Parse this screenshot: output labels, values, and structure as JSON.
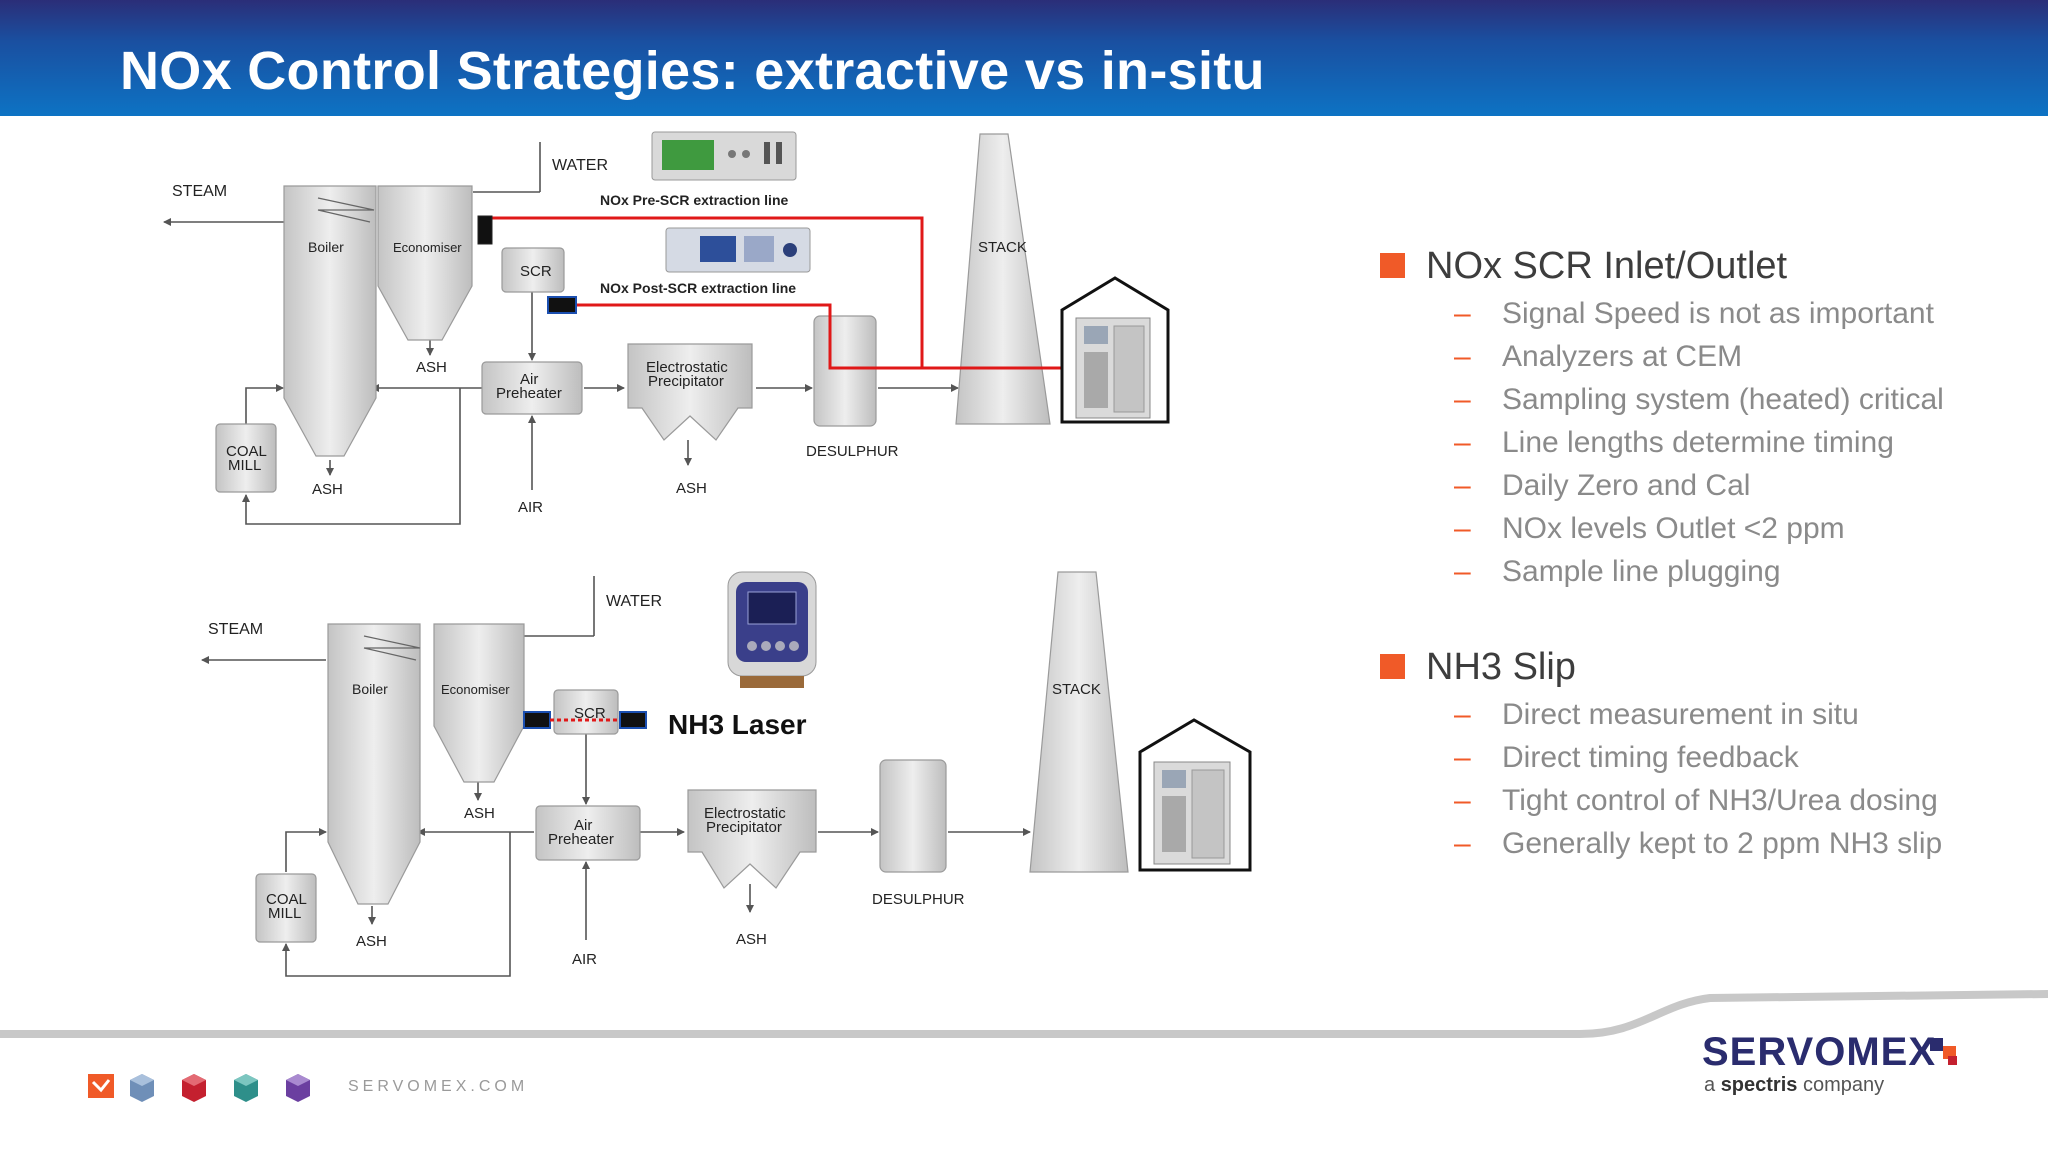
{
  "title": "NOx Control Strategies: extractive vs in-situ",
  "diagram_top": {
    "steam": "STEAM",
    "water": "WATER",
    "boiler": "Boiler",
    "economiser": "Economiser",
    "scr": "SCR",
    "ash": "ASH",
    "air_preheater_1": "Air",
    "air_preheater_2": "Preheater",
    "esp_1": "Electrostatic",
    "esp_2": "Precipitator",
    "desulphur": "DESULPHUR",
    "stack": "STACK",
    "coal_mill_1": "COAL",
    "coal_mill_2": "MILL",
    "air": "AIR",
    "pre_scr_line": "NOx Pre-SCR extraction line",
    "post_scr_line": "NOx Post-SCR extraction line"
  },
  "diagram_bottom": {
    "steam": "STEAM",
    "water": "WATER",
    "boiler": "Boiler",
    "economiser": "Economiser",
    "scr": "SCR",
    "ash": "ASH",
    "air_preheater_1": "Air",
    "air_preheater_2": "Preheater",
    "esp_1": "Electrostatic",
    "esp_2": "Precipitator",
    "desulphur": "DESULPHUR",
    "stack": "STACK",
    "coal_mill_1": "COAL",
    "coal_mill_2": "MILL",
    "air": "AIR",
    "laser": "NH3 Laser"
  },
  "bullets": [
    {
      "title": "NOx SCR Inlet/Outlet",
      "items": [
        "Signal Speed is not as important",
        "Analyzers at CEM",
        "Sampling system (heated) critical",
        "Line lengths determine timing",
        "Daily Zero and Cal",
        "NOx levels Outlet <2 ppm",
        "Sample line plugging"
      ]
    },
    {
      "title": "NH3 Slip",
      "items": [
        "Direct measurement in situ",
        "Direct timing feedback",
        "Tight control of NH3/Urea dosing",
        "Generally kept to 2 ppm NH3 slip"
      ]
    }
  ],
  "footer": {
    "website": "SERVOMEX.COM",
    "brand": "SERVOMEX",
    "tagline_prefix": "a ",
    "tagline_brand": "spectris",
    "tagline_suffix": " company"
  },
  "colors": {
    "header_start": "#2b2e78",
    "header_end": "#0d73c4",
    "accent": "#f05a28",
    "extraction_line": "#e01818",
    "brand": "#2a2c6e"
  },
  "icons": [
    "analyzer-rack-icon",
    "laser-analyzer-icon",
    "cabinet-shelter-icon",
    "footer-cube-icons",
    "servomex-logo-icon"
  ]
}
